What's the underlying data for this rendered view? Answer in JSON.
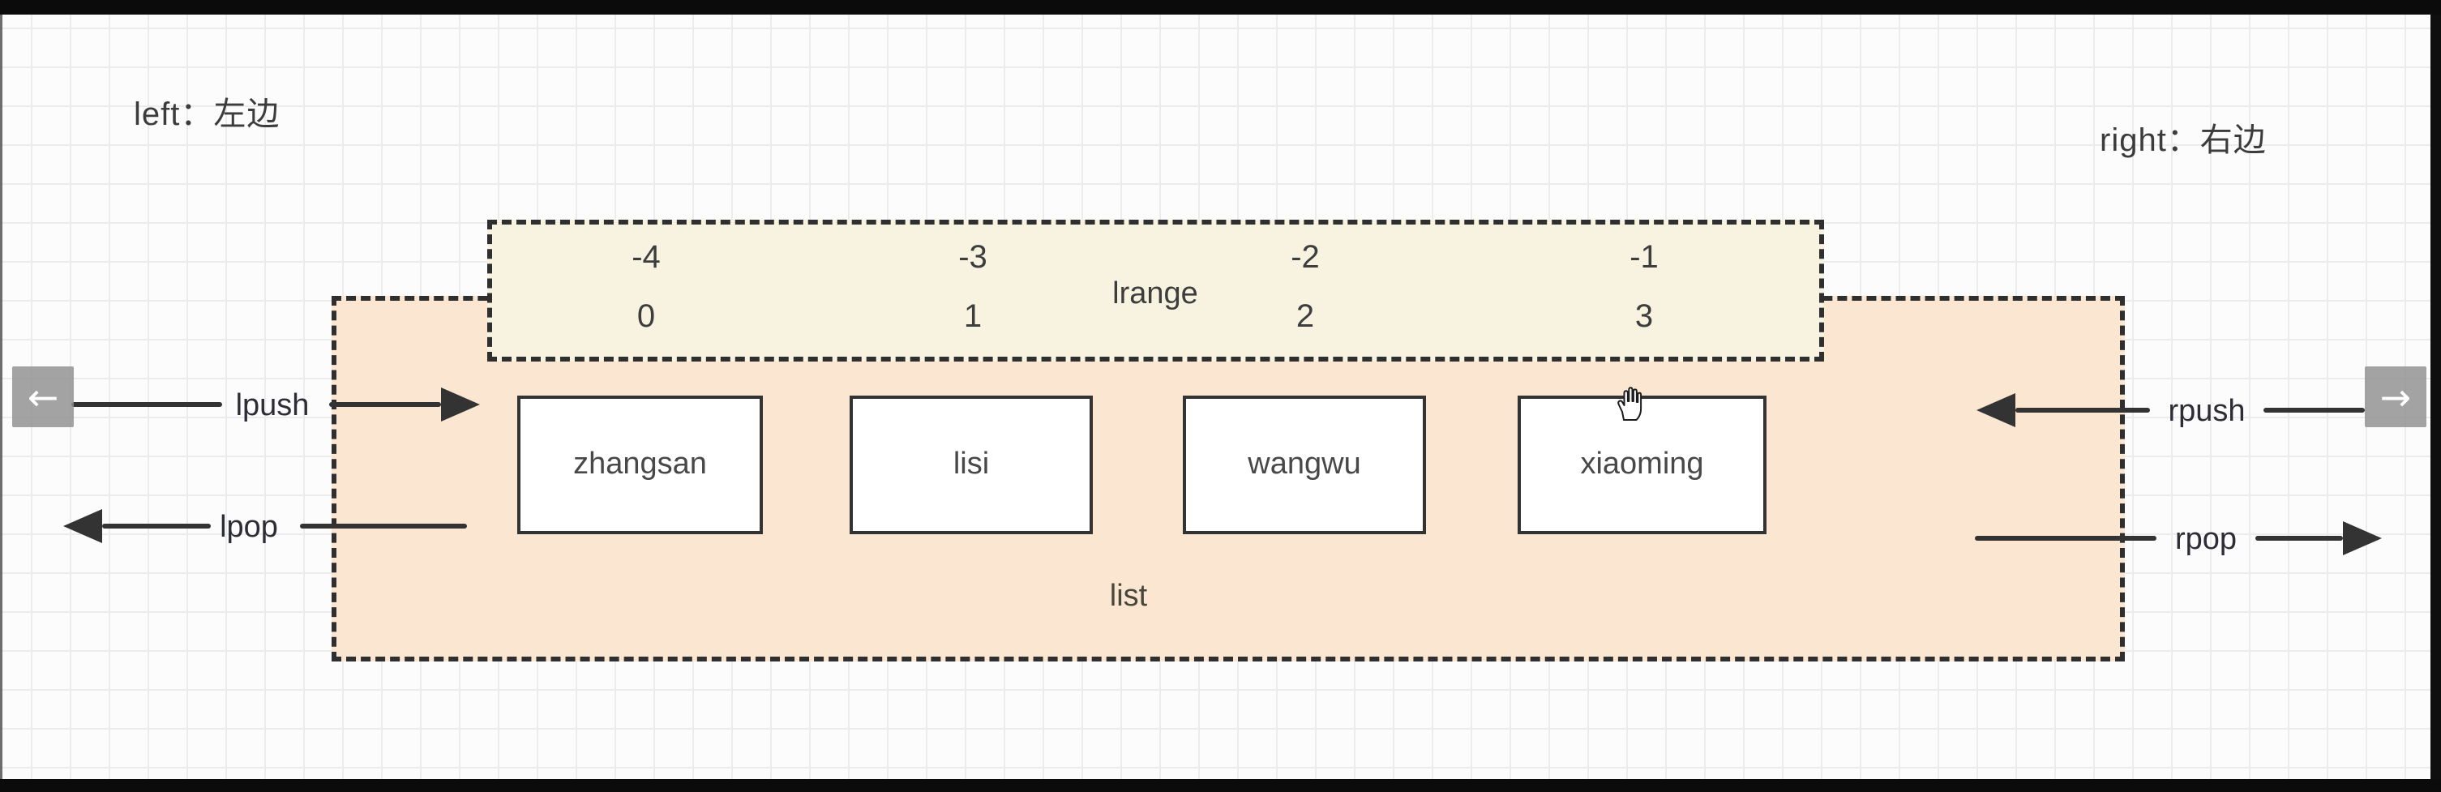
{
  "scene": {
    "left_note": "left：左边",
    "right_note": "right：右边"
  },
  "lrange_box": {
    "label": "lrange",
    "negative_indices": [
      "-4",
      "-3",
      "-2",
      "-1"
    ],
    "positive_indices": [
      "0",
      "1",
      "2",
      "3"
    ]
  },
  "list_box": {
    "label": "list",
    "items": [
      "zhangsan",
      "lisi",
      "wangwu",
      "xiaoming"
    ]
  },
  "operations": {
    "lpush": "lpush",
    "lpop": "lpop",
    "rpush": "rpush",
    "rpop": "rpop"
  },
  "nav": {
    "prev_icon": "←",
    "next_icon": "→"
  },
  "colors": {
    "list_fill": "#fbe6d2",
    "lrange_fill": "#f7f3e0",
    "stroke": "#2f2f2f",
    "letterbox": "#0b0b0b",
    "nav_button": "#8f8f8f"
  }
}
